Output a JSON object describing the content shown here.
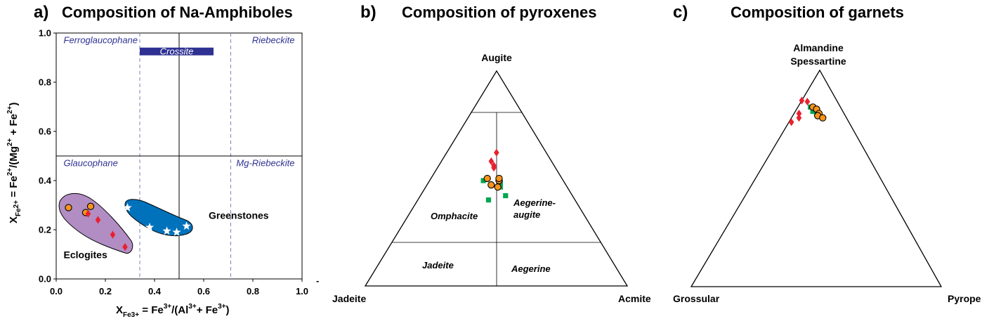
{
  "panels": {
    "a": {
      "label": "a)",
      "title": "Composition of Na-Amphiboles"
    },
    "b": {
      "label": "b)",
      "title": "Composition of pyroxenes"
    },
    "c": {
      "label": "c)",
      "title": "Composition of garnets"
    }
  },
  "colors": {
    "diamond": "#e8212e",
    "square": "#00a651",
    "circle_fill": "#f7941d",
    "eclogite_field": "#b28dc4",
    "greenstone_field": "#0072bc",
    "label_blue": "#2e3192",
    "crossite_bar": "#2e3192"
  },
  "chart_data": [
    {
      "type": "scatter",
      "panel": "a",
      "xlim": [
        0,
        1.0
      ],
      "ylim": [
        0,
        1.0
      ],
      "xticks": [
        "0.0",
        "0.2",
        "0.4",
        "0.6",
        "0.8",
        "1.0"
      ],
      "yticks": [
        "0.0",
        "0.2",
        "0.4",
        "0.6",
        "0.8",
        "1.0"
      ],
      "xlabel": {
        "main": "X",
        "sub": "Fe3+",
        "rest": " = Fe3+/(Al3+ + Fe3+)"
      },
      "ylabel": "XFe2+ = Fe2+/(Mg2+ + Fe2+)",
      "fields": [
        {
          "name": "Ferroglaucophane",
          "x": 0.03,
          "y": 0.97
        },
        {
          "name": "Riebeckite",
          "x": 0.97,
          "y": 0.97
        },
        {
          "name": "Glaucophane",
          "x": 0.03,
          "y": 0.47
        },
        {
          "name": "Mg-Riebeckite",
          "x": 0.97,
          "y": 0.47
        }
      ],
      "crossite": {
        "label": "Crossite",
        "x": [
          0.34,
          0.64
        ],
        "y": 0.925
      },
      "dashed_x": [
        0.34,
        0.71
      ],
      "solid_x": 0.5,
      "solid_y": 0.5,
      "groups": [
        {
          "name": "Eclogites",
          "x": 0.03,
          "y": 0.085
        },
        {
          "name": "Greenstones",
          "x": 0.62,
          "y": 0.245
        }
      ],
      "series": [
        {
          "marker": "circle",
          "x": [
            0.05,
            0.12,
            0.14
          ],
          "y": [
            0.29,
            0.27,
            0.295
          ]
        },
        {
          "marker": "diamond",
          "x": [
            0.13,
            0.17,
            0.23,
            0.28
          ],
          "y": [
            0.265,
            0.24,
            0.18,
            0.13
          ]
        },
        {
          "marker": "star",
          "x": [
            0.29,
            0.38,
            0.45,
            0.49,
            0.53
          ],
          "y": [
            0.29,
            0.21,
            0.195,
            0.19,
            0.215
          ]
        }
      ]
    },
    {
      "type": "ternary",
      "panel": "b",
      "vertices": [
        "Augite",
        "Jadeite",
        "Acmite"
      ],
      "regions": [
        "Omphacite",
        "Aegerine-\naugite",
        "Jadeite",
        "Aegerine"
      ],
      "series": [
        {
          "marker": "diamond",
          "points": [
            [
              0.62,
              0.19,
              0.19
            ],
            [
              0.58,
              0.23,
              0.19
            ],
            [
              0.56,
              0.23,
              0.21
            ],
            [
              0.55,
              0.235,
              0.215
            ]
          ]
        },
        {
          "marker": "square",
          "points": [
            [
              0.49,
              0.305,
              0.205
            ],
            [
              0.48,
              0.245,
              0.275
            ],
            [
              0.46,
              0.255,
              0.285
            ],
            [
              0.42,
              0.255,
              0.325
            ],
            [
              0.4,
              0.33,
              0.27
            ]
          ]
        },
        {
          "marker": "circle",
          "points": [
            [
              0.5,
              0.285,
              0.215
            ],
            [
              0.47,
              0.285,
              0.245
            ],
            [
              0.46,
              0.265,
              0.275
            ],
            [
              0.49,
              0.245,
              0.265
            ],
            [
              0.5,
              0.24,
              0.26
            ]
          ]
        }
      ]
    },
    {
      "type": "ternary",
      "panel": "c",
      "vertices": [
        "Almandine\nSpessartine",
        "Grossular",
        "Pyrope"
      ],
      "series": [
        {
          "marker": "diamond",
          "points": [
            [
              0.86,
              0.14,
              0.0
            ],
            [
              0.855,
              0.12,
              0.025
            ],
            [
              0.8,
              0.18,
              0.02
            ],
            [
              0.78,
              0.19,
              0.03
            ],
            [
              0.76,
              0.23,
              0.01
            ]
          ]
        },
        {
          "marker": "square",
          "points": [
            [
              0.83,
              0.12,
              0.05
            ],
            [
              0.81,
              0.12,
              0.07
            ],
            [
              0.8,
              0.11,
              0.09
            ]
          ]
        },
        {
          "marker": "circle",
          "points": [
            [
              0.83,
              0.11,
              0.06
            ],
            [
              0.82,
              0.1,
              0.08
            ],
            [
              0.8,
              0.1,
              0.1
            ],
            [
              0.79,
              0.11,
              0.1
            ],
            [
              0.78,
              0.095,
              0.125
            ]
          ]
        }
      ]
    }
  ]
}
